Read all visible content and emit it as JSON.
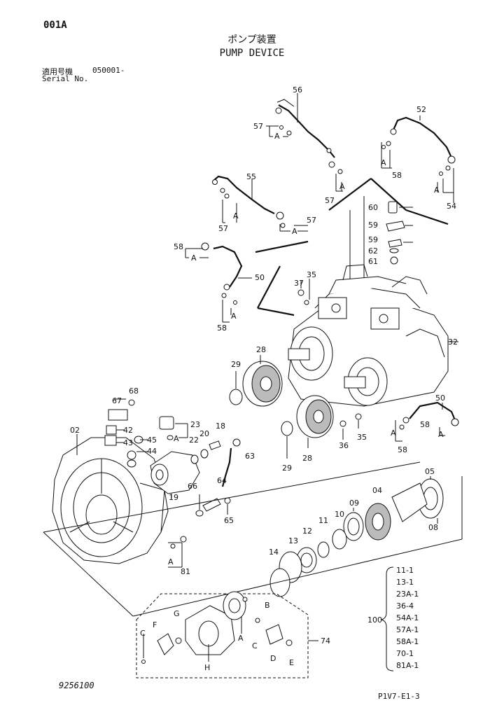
{
  "header": {
    "page_id": "001A",
    "title_jp": "ポンプ装置",
    "title_en": "PUMP DEVICE",
    "serial_label_jp": "適用号機",
    "serial_value": "050001-",
    "serial_label_en": "Serial No."
  },
  "footer": {
    "drawing_no": "9256100",
    "sheet_ref": "P1V7-E1-3"
  },
  "callouts": {
    "c02": "02",
    "c04": "04",
    "c05": "05",
    "c08": "08",
    "c09": "09",
    "c10": "10",
    "c11": "11",
    "c12": "12",
    "c13": "13",
    "c14": "14",
    "c18": "18",
    "c19": "19",
    "c20": "20",
    "c22": "22",
    "c23": "23",
    "c28a": "28",
    "c28b": "28",
    "c29a": "29",
    "c29b": "29",
    "c32": "32",
    "c35a": "35",
    "c35b": "35",
    "c36": "36",
    "c37": "37",
    "c42": "42",
    "c43": "43",
    "c44": "44",
    "c45": "45",
    "c50a": "50",
    "c50b": "50",
    "c52": "52",
    "c54": "54",
    "c55": "55",
    "c56": "56",
    "c57a": "57",
    "c57b": "57",
    "c57c": "57",
    "c57d": "57",
    "c58a": "58",
    "c58b": "58",
    "c58c": "58",
    "c58d": "58",
    "c58e": "58",
    "c59a": "59",
    "c59b": "59",
    "c60": "60",
    "c61": "61",
    "c62": "62",
    "c63": "63",
    "c64": "64",
    "c65": "65",
    "c66": "66",
    "c67": "67",
    "c68": "68",
    "c74": "74",
    "c81": "81",
    "c100": "100",
    "lA1": "A",
    "lA2": "A",
    "lA3": "A",
    "lA4": "A",
    "lA5": "A",
    "lA6": "A",
    "lA7": "A",
    "lA8": "A",
    "lA9": "A",
    "lA10": "A",
    "lA11": "A",
    "lA12": "A",
    "lB": "B",
    "lC1": "C",
    "lC2": "C",
    "lD": "D",
    "lE": "E",
    "lF": "F",
    "lG": "G",
    "lH": "H"
  },
  "kit_list": [
    "11-1",
    "13-1",
    "23A-1",
    "36-4",
    "54A-1",
    "57A-1",
    "58A-1",
    "70-1",
    "81A-1"
  ]
}
